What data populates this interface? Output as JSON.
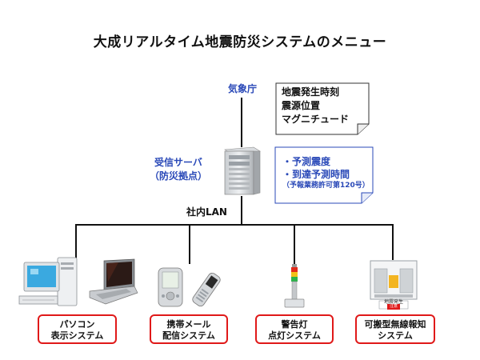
{
  "title": "大成リアルタイム地震防災システムのメニュー",
  "top_node": {
    "label": "気象庁"
  },
  "note_quake_info": {
    "lines": [
      "地震発生時刻",
      "震源位置",
      "マグニチュード"
    ]
  },
  "server": {
    "label_line1": "受信サーバ",
    "label_line2": "（防災拠点）"
  },
  "note_forecast": {
    "lines": [
      "・予測震度",
      "・到達予測時間"
    ],
    "permit": "（予報業務許可第120号）"
  },
  "network": {
    "label": "社内LAN"
  },
  "systems": [
    {
      "line1": "パソコン",
      "line2": "表示システム"
    },
    {
      "line1": "携帯メール",
      "line2": "配信システム"
    },
    {
      "line1": "警告灯",
      "line2": "点灯システム"
    },
    {
      "line1": "可搬型無線報知",
      "line2": "システム"
    }
  ],
  "speaker_labels": {
    "top": "地震発生",
    "bottom": "注意"
  },
  "colors": {
    "accent_blue": "#2a49b8",
    "box_red": "#e01919"
  }
}
